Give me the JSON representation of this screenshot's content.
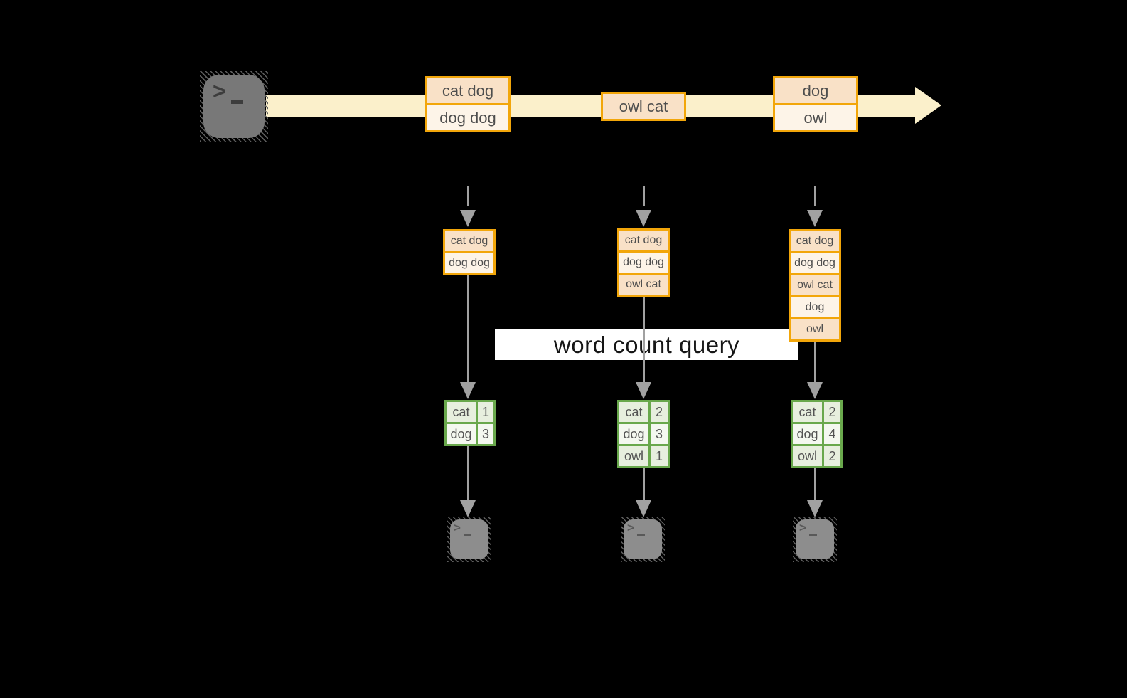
{
  "banner": {
    "label": "word count query"
  },
  "stream": {
    "source_icon": "terminal-icon",
    "groups": [
      {
        "rows": [
          "cat dog",
          "dog dog"
        ]
      },
      {
        "rows": [
          "owl cat"
        ]
      },
      {
        "rows": [
          "dog",
          "owl"
        ]
      }
    ]
  },
  "tasks": [
    {
      "buffer": [
        "cat dog",
        "dog dog"
      ],
      "counts": [
        {
          "word": "cat",
          "count": "1"
        },
        {
          "word": "dog",
          "count": "3"
        }
      ],
      "sink_icon": "terminal-icon"
    },
    {
      "buffer": [
        "cat dog",
        "dog dog",
        "owl cat"
      ],
      "counts": [
        {
          "word": "cat",
          "count": "2"
        },
        {
          "word": "dog",
          "count": "3"
        },
        {
          "word": "owl",
          "count": "1"
        }
      ],
      "sink_icon": "terminal-icon"
    },
    {
      "buffer": [
        "cat dog",
        "dog dog",
        "owl cat",
        "dog",
        "owl"
      ],
      "counts": [
        {
          "word": "cat",
          "count": "2"
        },
        {
          "word": "dog",
          "count": "4"
        },
        {
          "word": "owl",
          "count": "2"
        }
      ],
      "sink_icon": "terminal-icon"
    }
  ],
  "colors": {
    "background": "#000000",
    "stream_band": "#fbf0cb",
    "box_border_orange": "#f2a60a",
    "box_fill_peach": "#f9e1c7",
    "box_fill_cream": "#fdf4e8",
    "table_border_green": "#69a84c",
    "table_fill_dark": "#e7efde",
    "table_fill_light": "#f4f8f0",
    "arrow_gray": "#a1a1a1",
    "banner_bg": "#ffffff",
    "terminal_gray": "#7c7c7c"
  }
}
